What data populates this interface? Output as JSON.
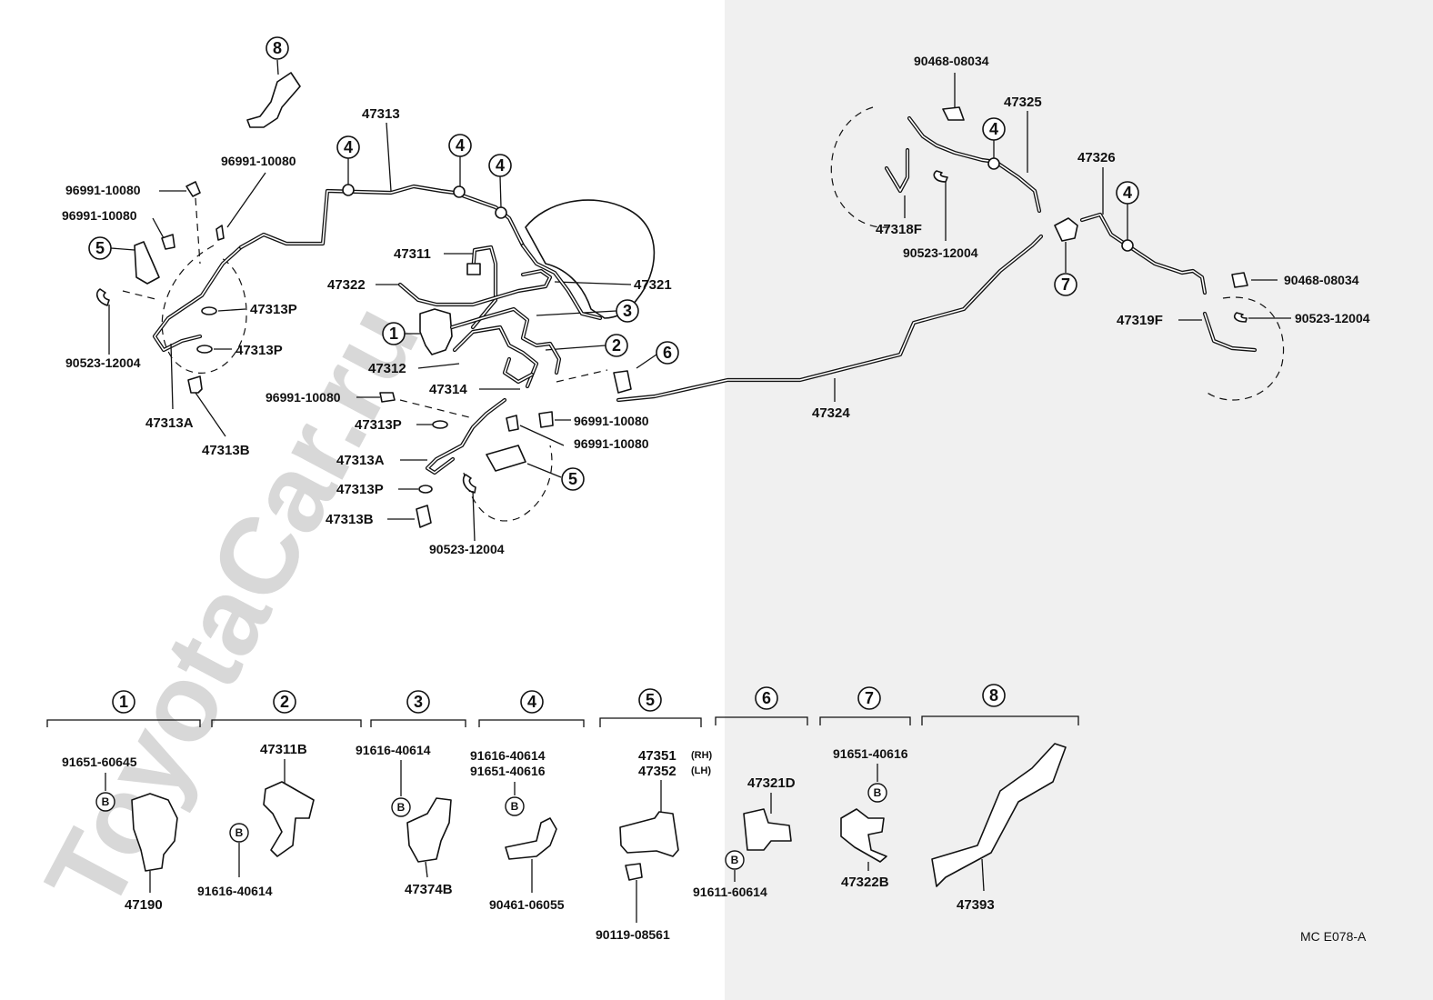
{
  "watermark": "ToyotaCar.ru",
  "diagram_code": "MC  E078-A",
  "callout_numbers": [
    "1",
    "2",
    "3",
    "4",
    "5",
    "6",
    "7",
    "8"
  ],
  "parts": {
    "p47313": "47313",
    "p96991_a": "96991-10080",
    "p96991_b": "96991-10080",
    "p96991_c": "96991-10080",
    "p96991_d": "96991-10080",
    "p96991_e": "96991-10080",
    "p96991_f": "96991-10080",
    "p47311": "47311",
    "p47322": "47322",
    "p47321": "47321",
    "p47313P_a": "47313P",
    "p47313P_b": "47313P",
    "p47313P_c": "47313P",
    "p47313P_d": "47313P",
    "p90523_a": "90523-12004",
    "p90523_b": "90523-12004",
    "p90523_c": "90523-12004",
    "p90523_d": "90523-12004",
    "p47313A_a": "47313A",
    "p47313A_b": "47313A",
    "p47313B_a": "47313B",
    "p47313B_b": "47313B",
    "p47312": "47312",
    "p47314": "47314",
    "p47324": "47324",
    "p90468_a": "90468-08034",
    "p90468_b": "90468-08034",
    "p47325": "47325",
    "p47326": "47326",
    "p47318F": "47318F",
    "p47319F": "47319F"
  },
  "groups": [
    {
      "num": "1",
      "parts": [
        "91651-60645",
        "47190"
      ]
    },
    {
      "num": "2",
      "parts": [
        "47311B",
        "91616-40614"
      ]
    },
    {
      "num": "3",
      "parts": [
        "91616-40614",
        "47374B"
      ]
    },
    {
      "num": "4",
      "parts": [
        "91616-40614",
        "91651-40616",
        "90461-06055"
      ]
    },
    {
      "num": "5",
      "parts": [
        "47351",
        "47352",
        "90119-08561"
      ],
      "rh": "(RH)",
      "lh": "(LH)"
    },
    {
      "num": "6",
      "parts": [
        "47321D",
        "91611-60614"
      ]
    },
    {
      "num": "7",
      "parts": [
        "91651-40616",
        "47322B"
      ]
    },
    {
      "num": "8",
      "parts": [
        "47393"
      ]
    }
  ],
  "b_mark": "B"
}
